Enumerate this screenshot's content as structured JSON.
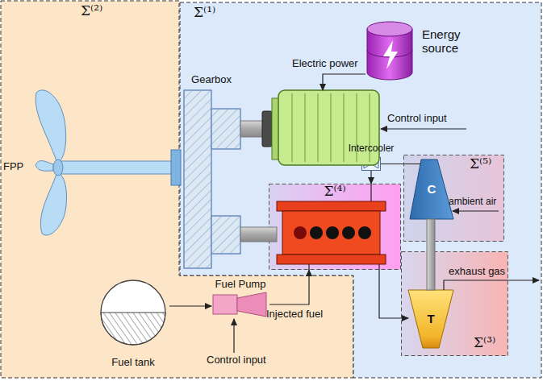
{
  "diagram": {
    "nodes": [
      {
        "text": [
          "Σ⁽²⁾"
        ]
      },
      {
        "text": [
          "Σ⁽¹⁾"
        ]
      },
      {
        "text": [
          "Gearbox"
        ],
        "in": 1
      },
      {
        "text": [
          "Energy source"
        ],
        "in": 1
      },
      {
        "text": [
          "Intercooler"
        ],
        "in": 1
      },
      {
        "text": [
          "Σ⁽⁴⁾"
        ],
        "in": 1
      },
      {
        "text": [
          "Σ⁽⁵⁾"
        ],
        "in": 1
      },
      {
        "text": [
          "C"
        ],
        "in": 6
      },
      {
        "text": [
          "Σ⁽³⁾"
        ],
        "in": 1
      },
      {
        "text": [
          "T"
        ],
        "in": 8
      },
      {
        "text": [
          "Fuel Pump"
        ],
        "in": 0
      },
      {
        "text": [
          "Fuel tank"
        ],
        "in": 0
      }
    ],
    "edges": [
      {
        "from": 11,
        "to": 10,
        "arrow": "to"
      },
      {
        "from": 10,
        "to": 5,
        "label": "Injected fuel",
        "arrow": "to"
      },
      {
        "from": 5,
        "to": 9,
        "arrow": "to"
      },
      {
        "from": 7,
        "to": 4,
        "arrow": "none"
      },
      {
        "from": 4,
        "to": 5,
        "arrow": "to"
      }
    ],
    "labels": [
      "FPP",
      "Electric power",
      "Control input",
      "ambient air",
      "exhaust gas",
      "Control input"
    ]
  }
}
